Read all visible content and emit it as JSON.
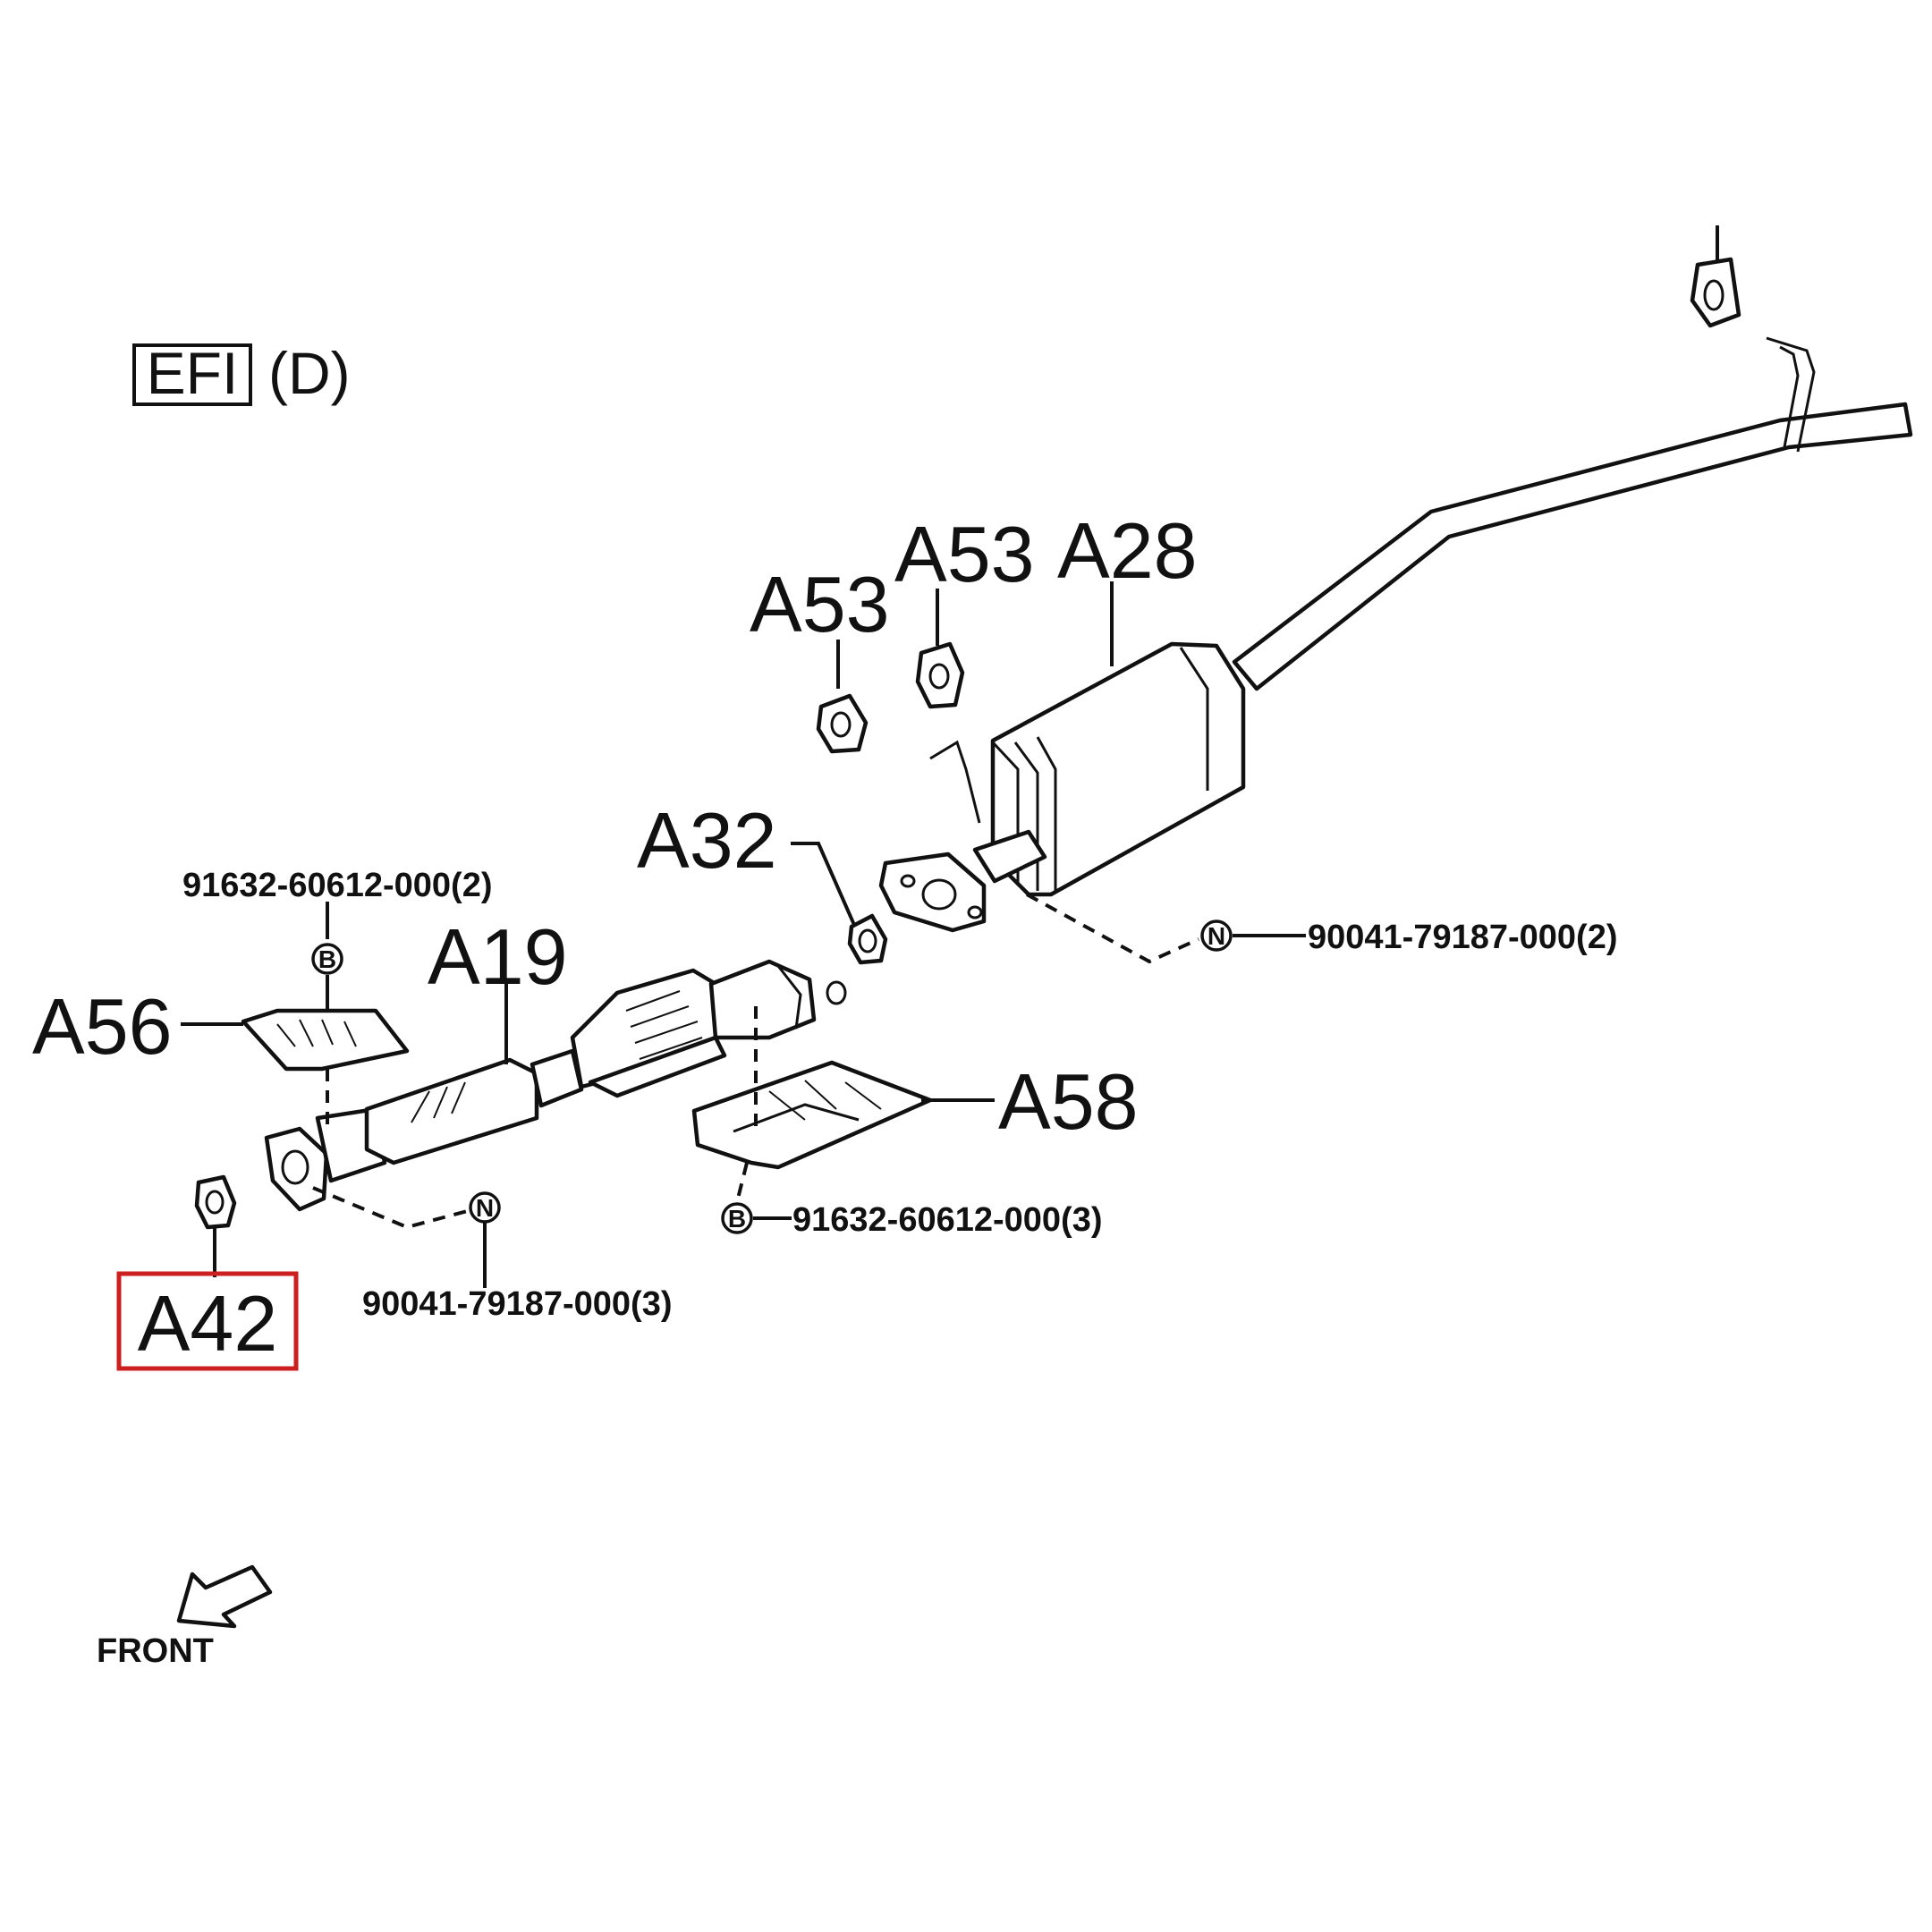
{
  "header": {
    "boxed_label": "EFI",
    "variant_label": "(D)"
  },
  "callouts": {
    "a53_left": "A53",
    "a53_right": "A53",
    "a28": "A28",
    "a32": "A32",
    "a19": "A19",
    "a56": "A56",
    "a58": "A58",
    "a42": "A42"
  },
  "part_numbers": {
    "bolt_top": "91632-60612-000(2)",
    "nut_right": "90041-79187-000(2)",
    "bolt_bottom": "91632-60612-000(3)",
    "nut_bottom": "90041-79187-000(3)"
  },
  "badges": {
    "bolt": "B",
    "nut": "N"
  },
  "orientation": {
    "front_label": "FRONT"
  },
  "highlight": {
    "target": "A42",
    "color": "#cc1f1f"
  }
}
